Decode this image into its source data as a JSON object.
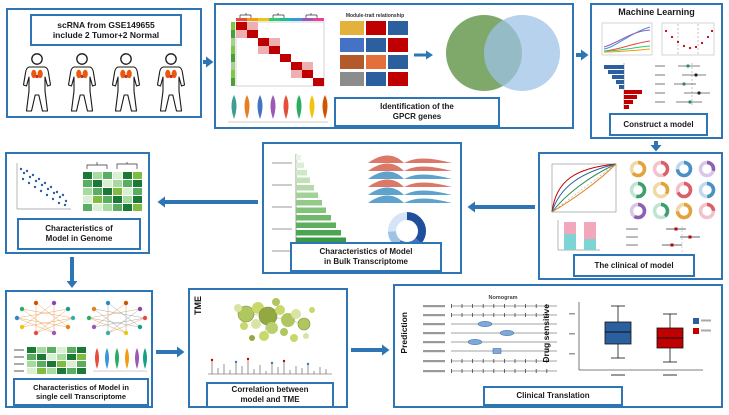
{
  "colors": {
    "panel_border": "#2E75B6",
    "arrow": "#2E75B6",
    "label_text": "#1A1A1A",
    "venn_left_green": "#70A05A",
    "venn_right_blue": "#9DC3E6",
    "box_blue": "#2C5F9E",
    "box_red": "#C00000",
    "lung_orange": "#E8590C"
  },
  "panels": {
    "source": {
      "title_line1": "scRNA from GSE149655",
      "title_line2": "include 2 Tumor+2 Normal"
    },
    "gpcr": {
      "module_heatmap_title": "Module-trait relationship",
      "label_line1": "Identification of the",
      "label_line2": "GPCR genes"
    },
    "machine_learning": {
      "title": "Machine Learning",
      "label": "Construct a model"
    },
    "clinical_model": {
      "label": "The clinical of model"
    },
    "bulk_transcriptome": {
      "label_line1": "Characteristics of Model",
      "label_line2": "in Bulk Transcriptome"
    },
    "genome": {
      "label_line1": "Characteristics of",
      "label_line2": "Model in Genome"
    },
    "single_cell": {
      "label_line1": "Characteristics of Model in",
      "label_line2": "single cell Transcriptome"
    },
    "tme": {
      "vertical_label": "TME",
      "label_line1": "Correlation between",
      "label_line2": "model and TME"
    },
    "clinical_translation": {
      "label": "Clinical Translation",
      "prediction_vertical_label": "Prediction",
      "drug_vertical_label": "Drug sensitive",
      "nomogram_title": "Nomogram"
    }
  }
}
